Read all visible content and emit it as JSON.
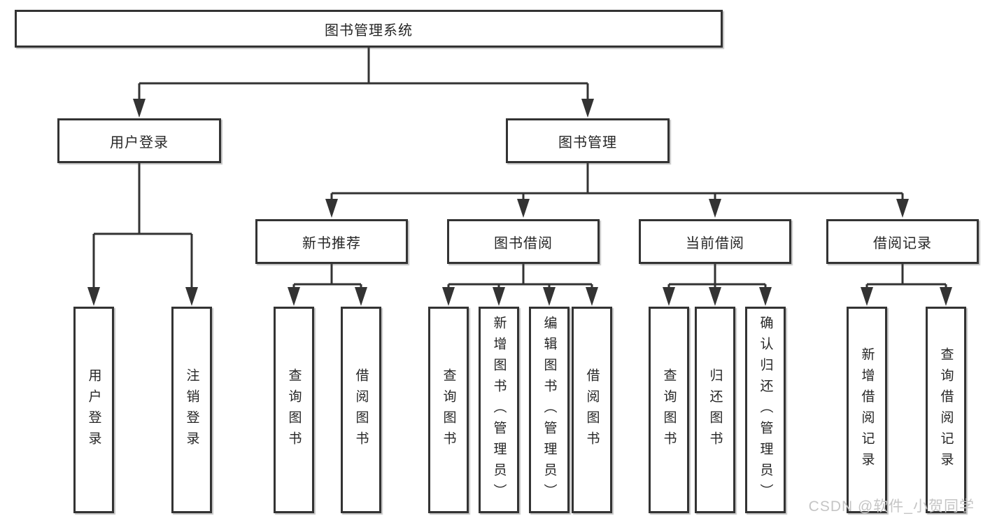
{
  "tree": {
    "root": "图书管理系统",
    "branches": [
      {
        "label": "用户登录",
        "leaves": [
          "用户登录",
          "注销登录"
        ]
      },
      {
        "label": "图书管理",
        "groups": [
          {
            "label": "新书推荐",
            "leaves": [
              "查询图书",
              "借阅图书"
            ]
          },
          {
            "label": "图书借阅",
            "leaves": [
              "查询图书",
              "新增图书（管理员）",
              "编辑图书（管理员）",
              "借阅图书"
            ]
          },
          {
            "label": "当前借阅",
            "leaves": [
              "查询图书",
              "归还图书",
              "确认归还（管理员）"
            ]
          },
          {
            "label": "借阅记录",
            "leaves": [
              "新增借阅记录",
              "查询借阅记录"
            ]
          }
        ]
      }
    ]
  },
  "watermark": "CSDN @软件_小贺同学",
  "colors": {
    "line": "#333333",
    "box_border": "#333333",
    "text": "#262626",
    "watermark": "#c5c5c5",
    "background": "#ffffff"
  }
}
